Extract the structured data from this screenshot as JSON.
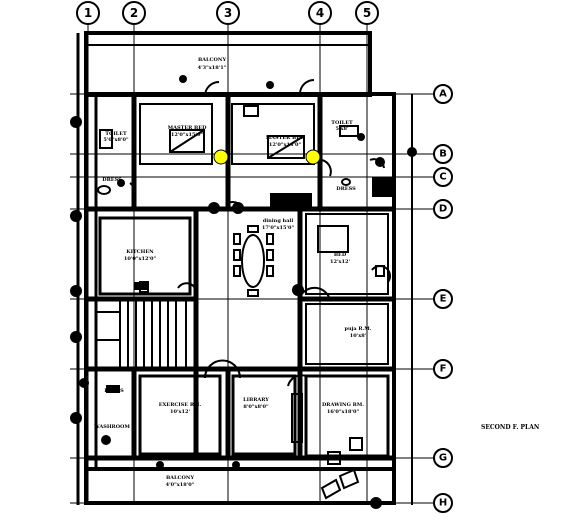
{
  "plan_title": "SECOND F. PLAN",
  "grid_columns": [
    "1",
    "2",
    "3",
    "4",
    "5"
  ],
  "grid_rows": [
    "A",
    "B",
    "C",
    "D",
    "E",
    "F",
    "G",
    "H"
  ],
  "rooms": {
    "balcony_top": {
      "name": "BALCONY",
      "dim": "4'3\"x18'1\""
    },
    "toilet_left": {
      "name": "TOILET",
      "dim": "5'0\"x8'0\""
    },
    "master_bed_1": {
      "name": "MASTER BED",
      "dim": "12'0\"x15'0\""
    },
    "master_bed_2": {
      "name": "MASTER BED",
      "dim": "12'0\"x14'0\""
    },
    "toilet_right": {
      "name": "TOILET",
      "dim": "5'x8'"
    },
    "dress_left": {
      "name": "DRESS",
      "dim": ""
    },
    "dress_right": {
      "name": "DRESS",
      "dim": ""
    },
    "dining_hall": {
      "name": "dining hall",
      "dim": "17'0\"x15'0\""
    },
    "kitchen": {
      "name": "KITCHEN",
      "dim": "10'0\"x12'0\""
    },
    "bed_right": {
      "name": "BED",
      "dim": "12'x12'"
    },
    "puja": {
      "name": "puja R.M.",
      "dim": "10'x8'"
    },
    "dress_bottom": {
      "name": "DRESS",
      "dim": ""
    },
    "washroom": {
      "name": "WASHROOM",
      "dim": ""
    },
    "exercise": {
      "name": "EXERCISE RM.",
      "dim": "10'x12'"
    },
    "library": {
      "name": "LIBRARY",
      "dim": "8'0\"x8'0\""
    },
    "drawing": {
      "name": "DRAWING RM.",
      "dim": "16'0\"x18'0\""
    },
    "balcony_bottom": {
      "name": "BALCONY",
      "dim": "4'0\"x18'0\""
    }
  },
  "colors": {
    "line": "#000000",
    "marker": "#ffff00",
    "background": "#ffffff"
  }
}
